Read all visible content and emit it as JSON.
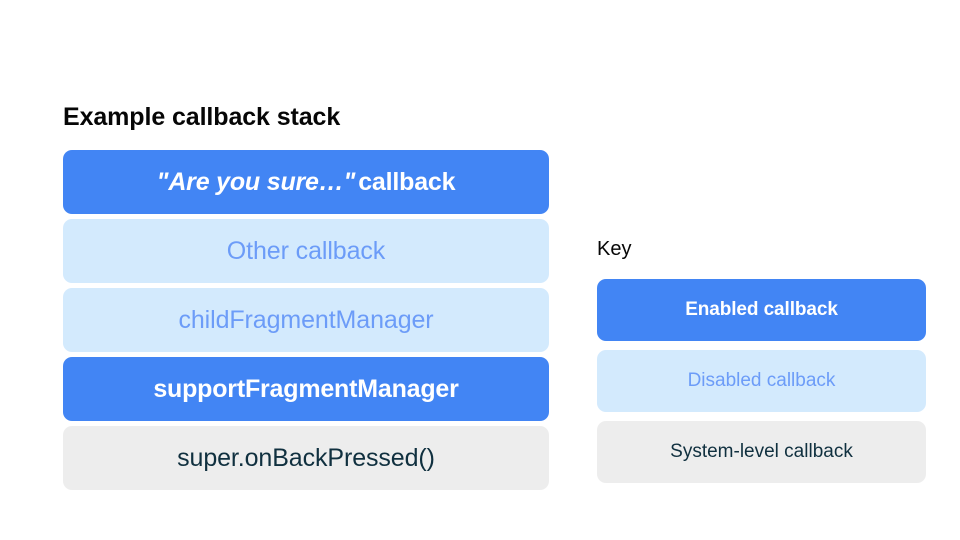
{
  "stack": {
    "title": "Example callback stack",
    "rows": [
      {
        "quoted_text": "\"Are you sure…\"",
        "suffix": "callback",
        "type": "enabled"
      },
      {
        "label": "Other callback",
        "type": "disabled"
      },
      {
        "label": "childFragmentManager",
        "type": "disabled"
      },
      {
        "label": "supportFragmentManager",
        "type": "enabled"
      },
      {
        "label": "super.onBackPressed()",
        "type": "system"
      }
    ]
  },
  "key": {
    "title": "Key",
    "rows": [
      {
        "label": "Enabled callback",
        "type": "enabled"
      },
      {
        "label": "Disabled callback",
        "type": "disabled"
      },
      {
        "label": "System-level callback",
        "type": "system"
      }
    ]
  },
  "colors": {
    "enabled_bg": "#4285F4",
    "enabled_text": "#FFFFFF",
    "disabled_bg": "#D3EAFD",
    "disabled_text": "#6C9CF8",
    "system_bg": "#EDEDED",
    "system_text": "#10303F",
    "page_bg": "#FFFFFF",
    "title_text": "#060606"
  }
}
